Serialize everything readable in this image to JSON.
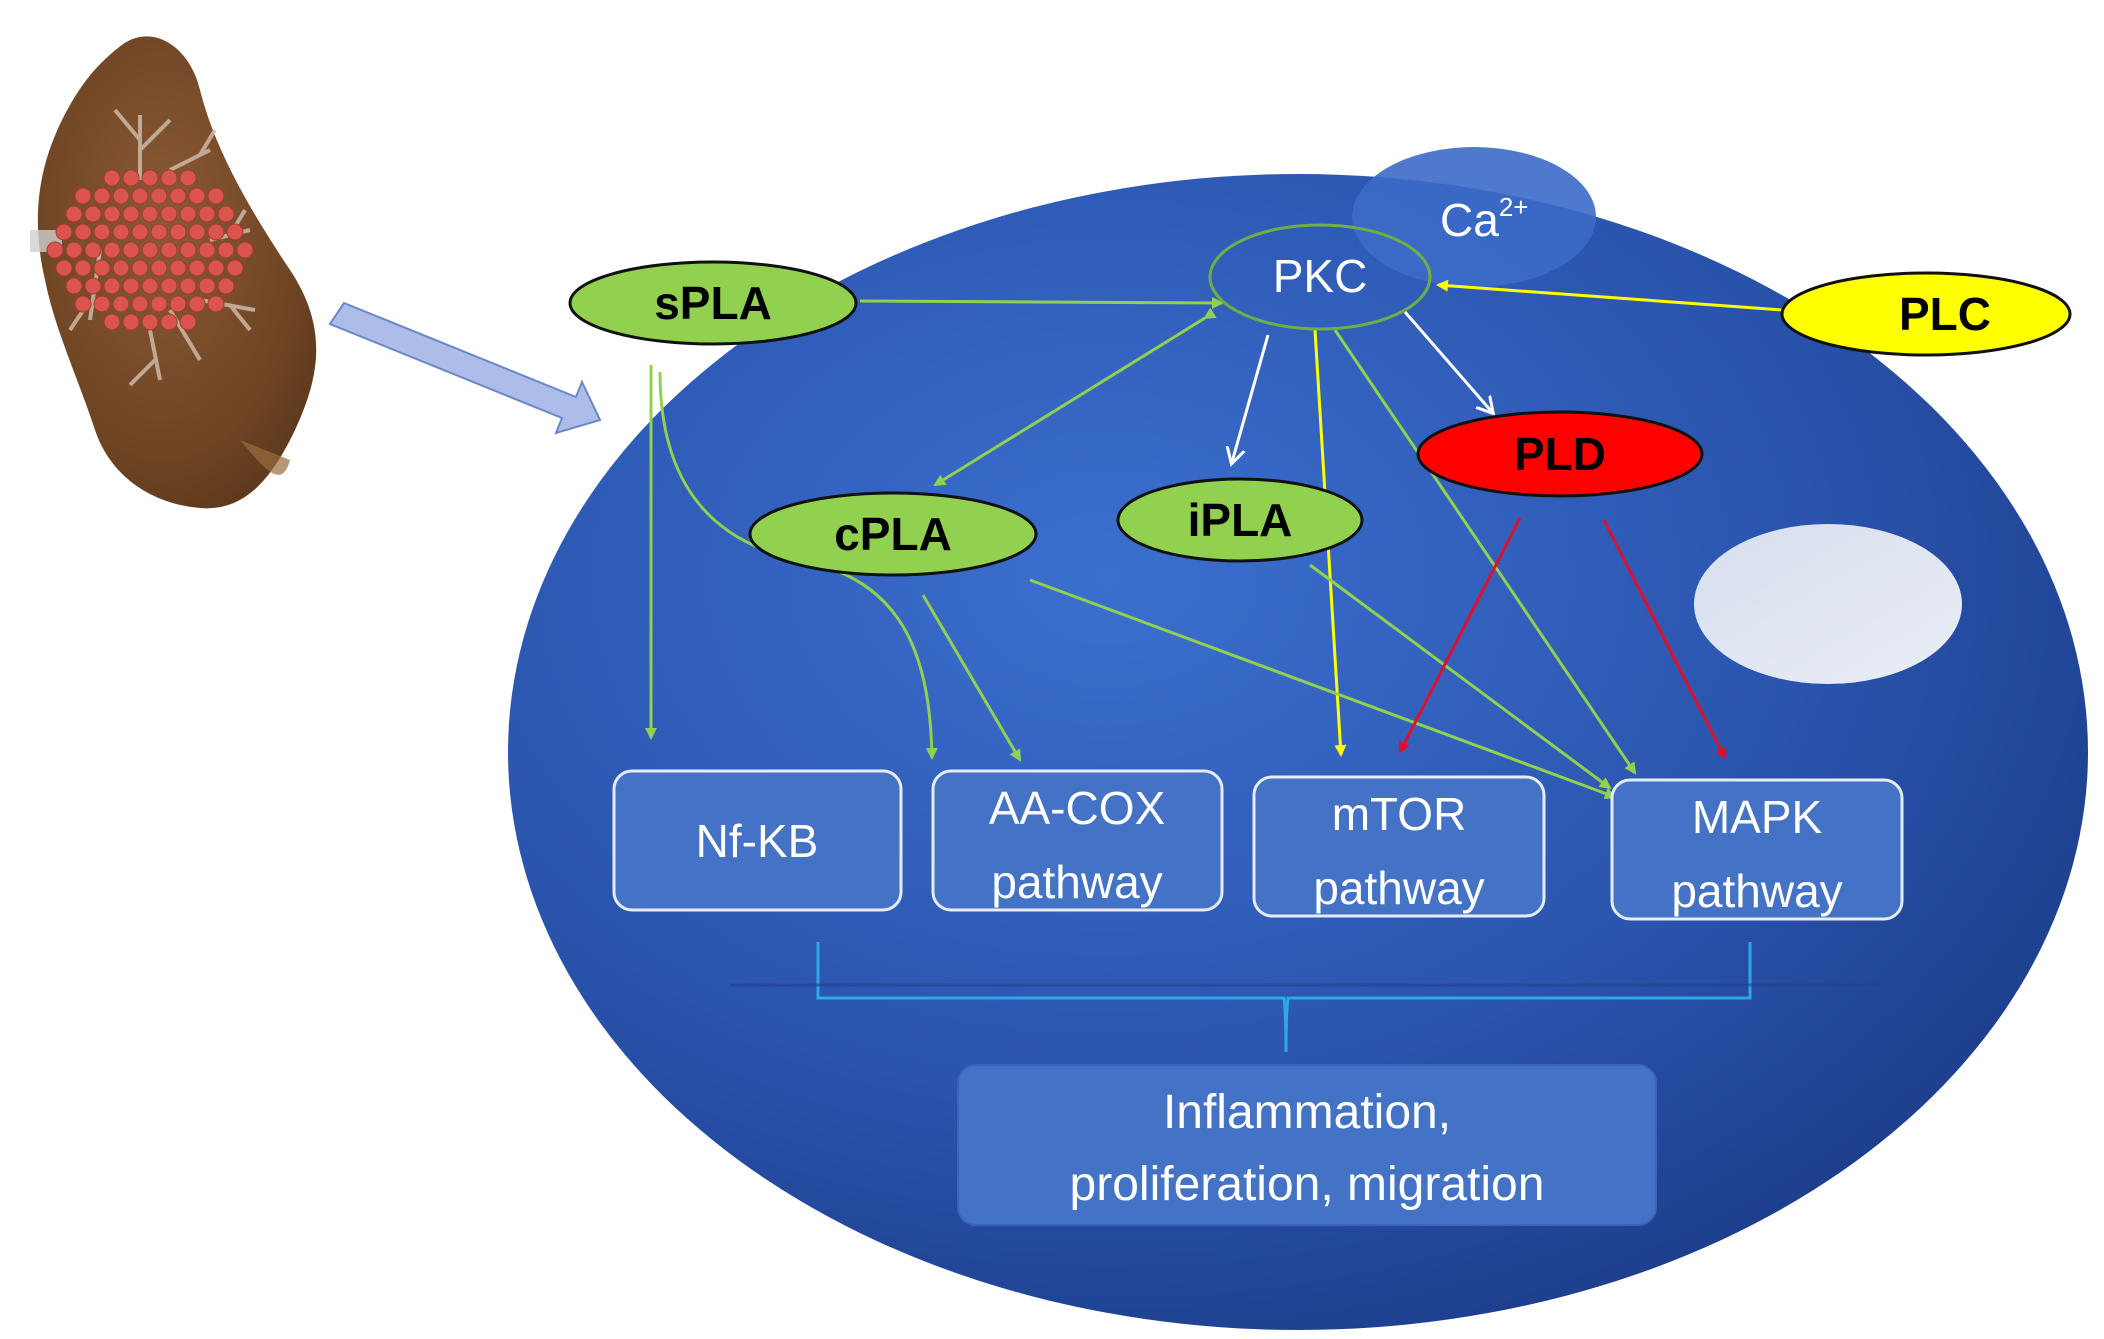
{
  "diagram": {
    "lung_label": "",
    "calcium": {
      "base": "Ca",
      "superscript": "2+"
    },
    "pkc": "PKC",
    "enzymes": {
      "spla": "sPLA",
      "cpla": "cPLA",
      "ipla": "iPLA",
      "pld": "PLD",
      "plc": "PLC"
    },
    "pathways": {
      "nfkb": {
        "line1": "Nf-KB"
      },
      "aacox": {
        "line1": "AA-COX",
        "line2": "pathway"
      },
      "mtor": {
        "line1": "mTOR",
        "line2": "pathway"
      },
      "mapk": {
        "line1": "MAPK",
        "line2": "pathway"
      }
    },
    "outcome": {
      "line1": "Inflammation,",
      "line2": "proliferation, migration"
    },
    "colors": {
      "cell_dark": "#1c3f8f",
      "cell_light": "#3567c4",
      "green_enzyme": "#92d050",
      "pld_red": "#ff0000",
      "plc_yellow": "#ffff00",
      "green_arrow": "#92d050",
      "yellow_arrow": "#ffff00",
      "red_arrow": "#e0102a",
      "white_arrow": "#ffffff",
      "box_fill": "#4472c4",
      "brace": "#2aa8e8"
    }
  }
}
